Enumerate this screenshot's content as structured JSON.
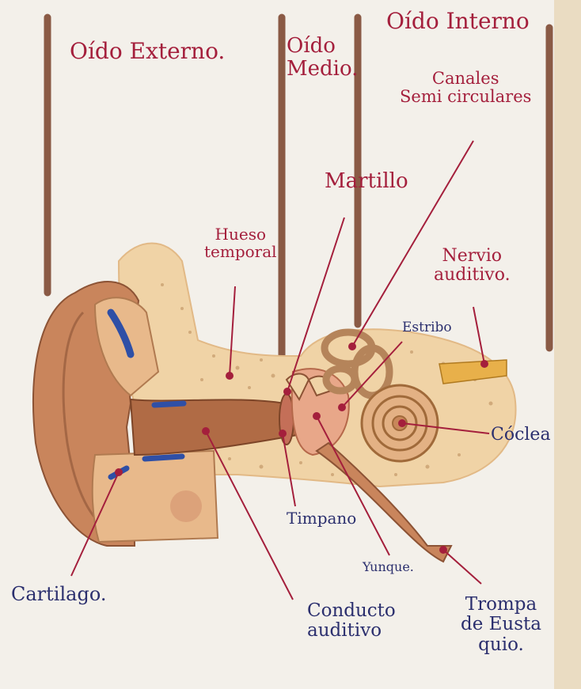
{
  "colors": {
    "paper": "#f3f0ea",
    "red_ink": "#a41f3c",
    "blue_ink": "#2b2f6e",
    "divider": "#8a5a45",
    "skin": "#c9855c",
    "bone": "#f0d3a6",
    "cartilage_blue": "#2e4fa6"
  },
  "sections": {
    "outer": "Oído Externo.",
    "middle": "Oído\nMedio.",
    "inner": "Oído Interno"
  },
  "labels": {
    "canales": "Canales\nSemi circulares",
    "martillo": "Martillo",
    "hueso": "Hueso\ntemporal",
    "nervio": "Nervio\nauditivo.",
    "estribo": "Estribo",
    "coclea": "Cóclea",
    "timpano": "Timpano",
    "yunque": "Yunque.",
    "cartilago": "Cartilago.",
    "conducto": "Conducto\nauditivo",
    "trompa": "Trompa\nde Eusta\nquio."
  }
}
